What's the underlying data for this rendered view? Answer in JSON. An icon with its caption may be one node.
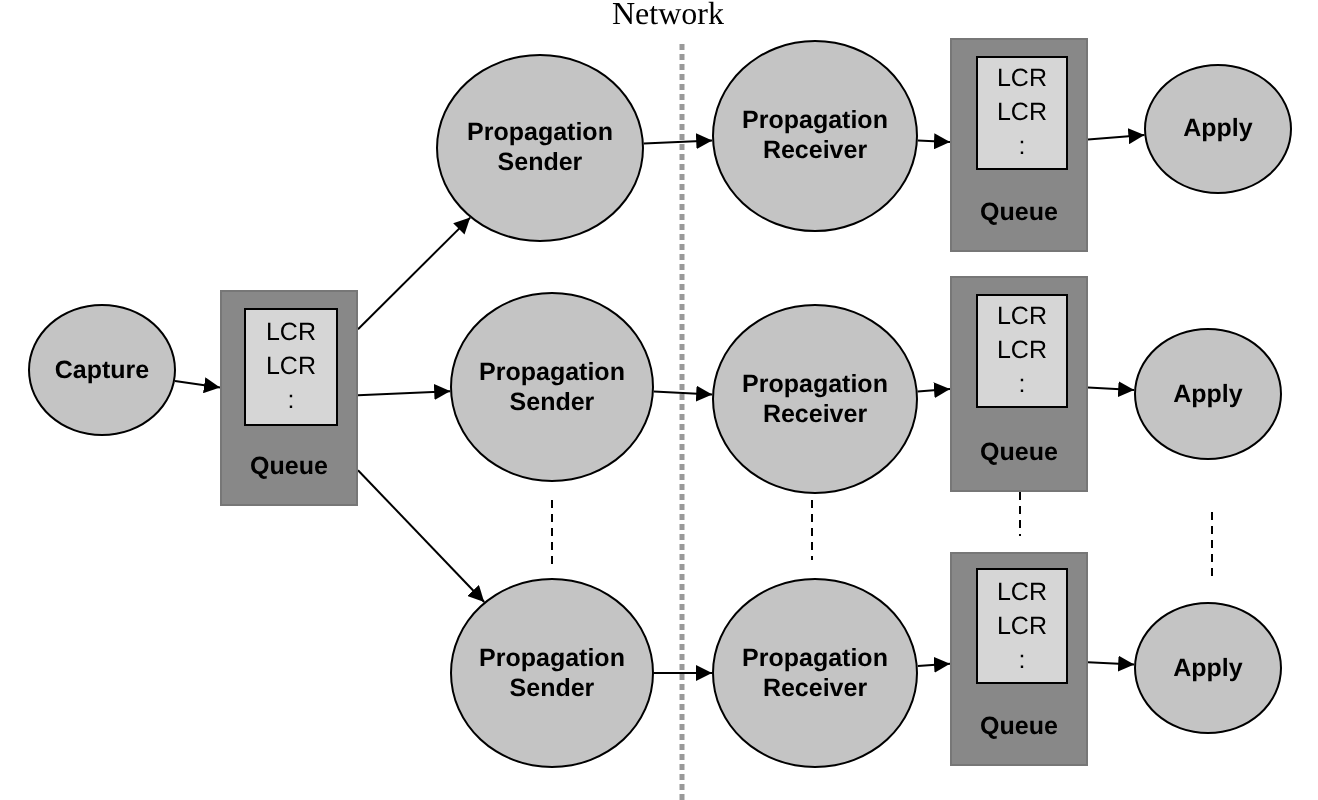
{
  "diagram": {
    "nodes": [
      {
        "text": [
          "Capture"
        ]
      },
      {
        "text": [
          "Queue"
        ]
      },
      {
        "text": [
          "LCR LCR :"
        ],
        "in": 1
      },
      {
        "text": [
          "Propagation Sender"
        ]
      },
      {
        "text": [
          "Propagation Receiver"
        ]
      },
      {
        "text": [
          "Queue"
        ]
      },
      {
        "text": [
          "LCR LCR :"
        ],
        "in": 5
      },
      {
        "text": [
          "Apply"
        ]
      },
      {
        "text": [
          "Propagation Sender"
        ]
      },
      {
        "text": [
          "Propagation Receiver"
        ]
      },
      {
        "text": [
          "Queue"
        ]
      },
      {
        "text": [
          "LCR LCR :"
        ],
        "in": 10
      },
      {
        "text": [
          "Apply"
        ]
      },
      {
        "text": [
          "Propagation Sender"
        ]
      },
      {
        "text": [
          "Propagation Receiver"
        ]
      },
      {
        "text": [
          "Queue"
        ]
      },
      {
        "text": [
          "LCR LCR :"
        ],
        "in": 15
      },
      {
        "text": [
          "Apply"
        ]
      }
    ],
    "edges": [
      {
        "from": 0,
        "to": 1,
        "arrow": "to"
      },
      {
        "from": 1,
        "to": 3,
        "arrow": "to"
      },
      {
        "from": 1,
        "to": 8,
        "arrow": "to"
      },
      {
        "from": 1,
        "to": 13,
        "arrow": "to"
      },
      {
        "from": 3,
        "to": 4,
        "arrow": "to"
      },
      {
        "from": 4,
        "to": 5,
        "arrow": "to"
      },
      {
        "from": 5,
        "to": 7,
        "arrow": "to"
      },
      {
        "from": 8,
        "to": 9,
        "arrow": "to"
      },
      {
        "from": 9,
        "to": 10,
        "arrow": "to"
      },
      {
        "from": 10,
        "to": 12,
        "arrow": "to"
      },
      {
        "from": 13,
        "to": 14,
        "arrow": "to"
      },
      {
        "from": 14,
        "to": 15,
        "arrow": "to"
      },
      {
        "from": 15,
        "to": 17,
        "arrow": "to"
      }
    ],
    "labels": [
      "Network"
    ]
  }
}
